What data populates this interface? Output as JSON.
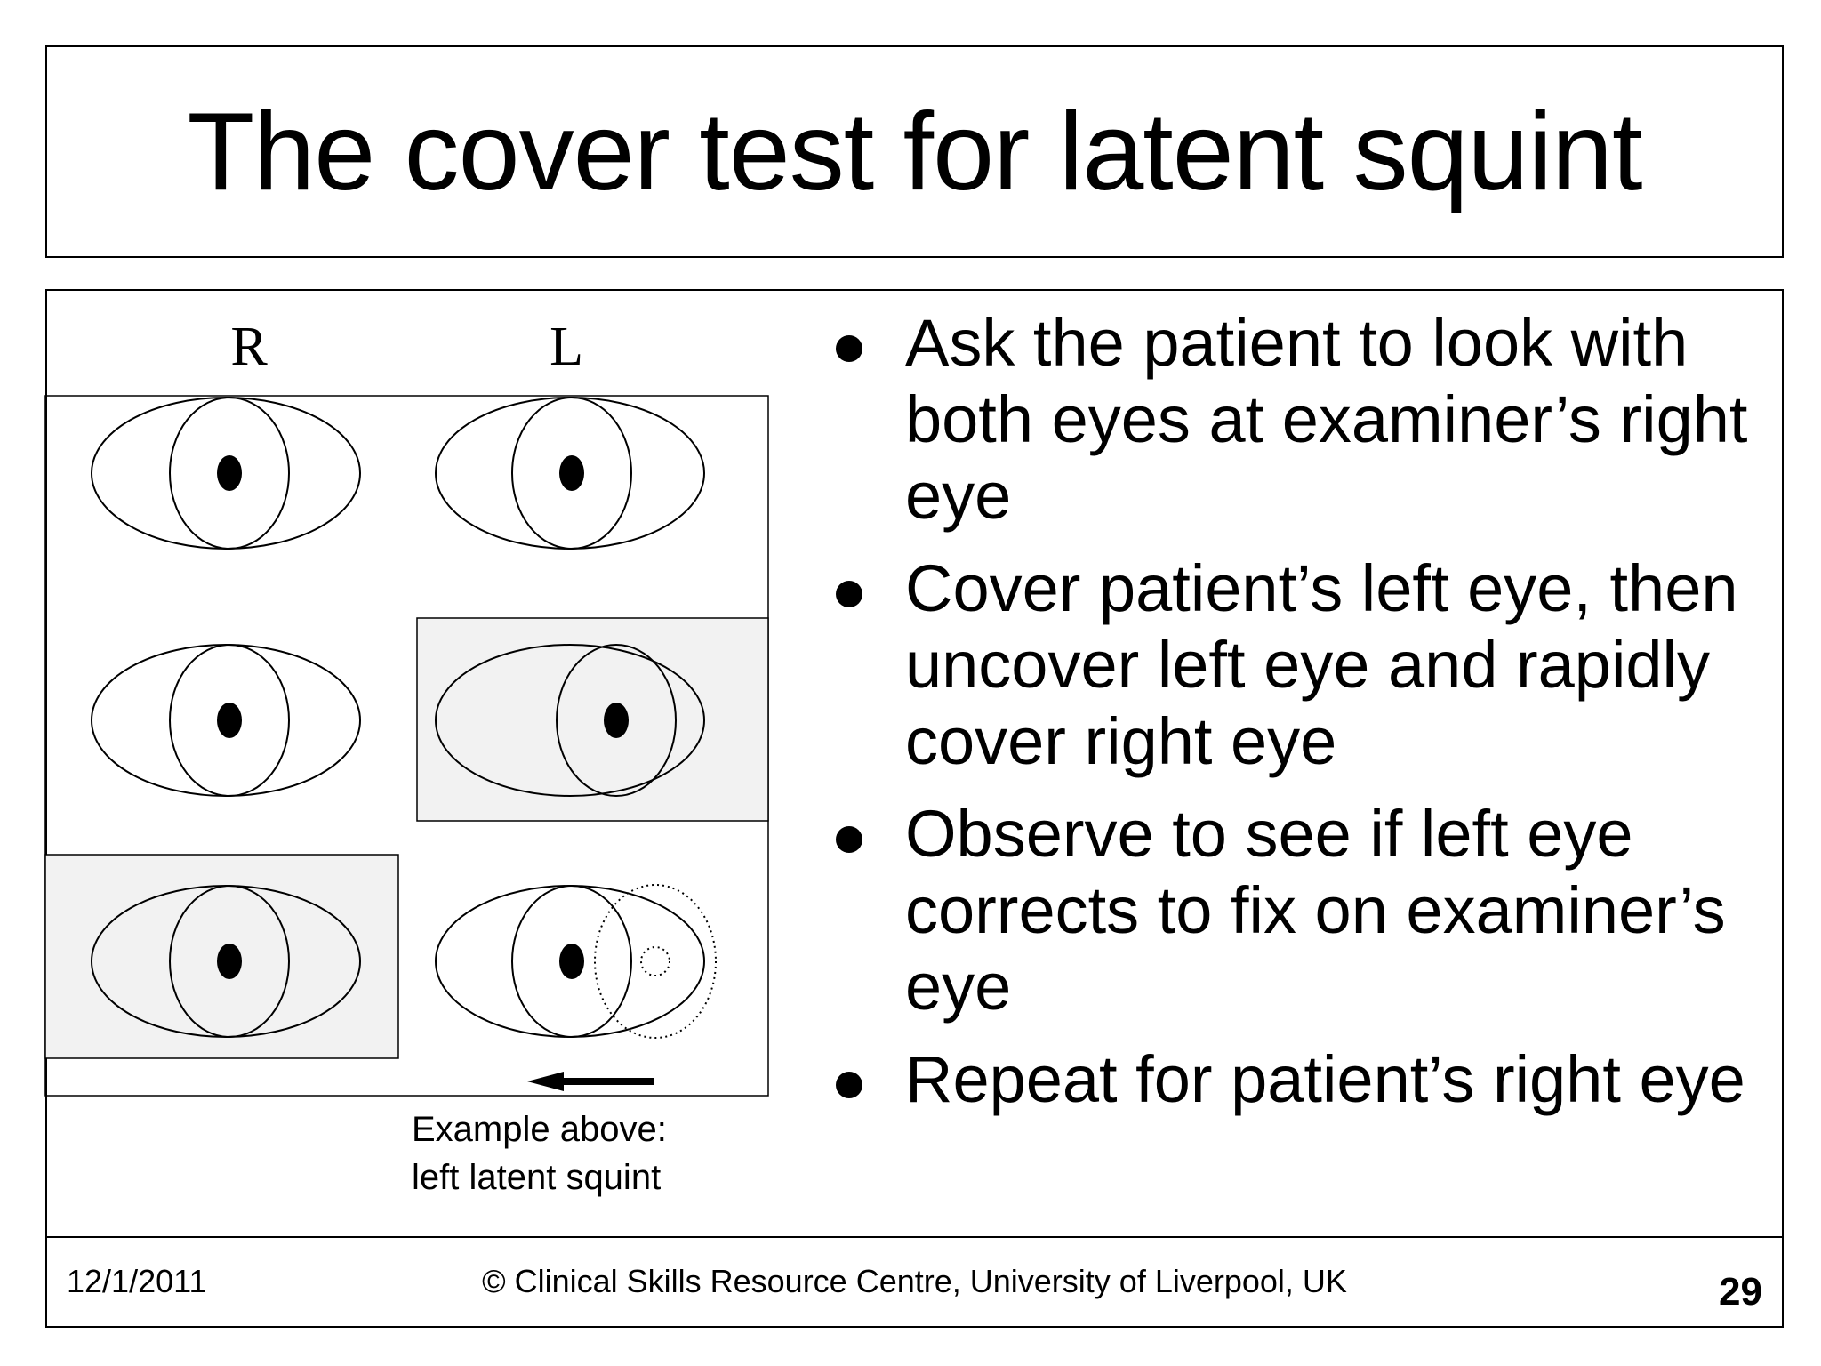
{
  "slide": {
    "title": "The cover test for latent squint"
  },
  "diagram": {
    "label_right": "R",
    "label_left": "L",
    "caption_line1": "Example above:",
    "caption_line2": "left latent squint"
  },
  "bullets": [
    "Ask the patient to look with both eyes at examiner’s right eye",
    "Cover patient’s left eye, then uncover left eye and rapidly cover right eye",
    "Observe to see if left eye corrects to fix on examiner’s eye",
    "Repeat for patient’s right eye"
  ],
  "footer": {
    "date": "12/1/2011",
    "copyright": "© Clinical Skills Resource Centre, University of Liverpool, UK",
    "page_number": "29"
  },
  "colors": {
    "cover_fill": "#f2f2f2",
    "line": "#000000"
  }
}
